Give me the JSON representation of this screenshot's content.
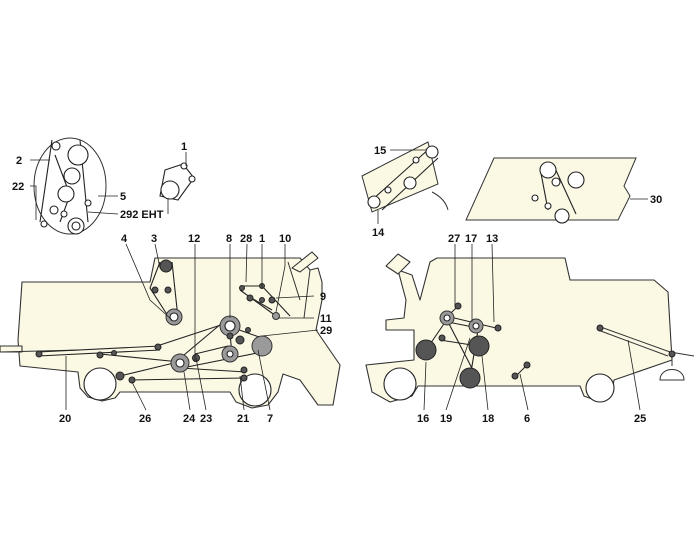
{
  "labels": {
    "l1a": "1",
    "l2": "2",
    "l22": "22",
    "l5": "5",
    "l292": "292 EHT",
    "l15": "15",
    "l14": "14",
    "l30": "30",
    "l4": "4",
    "l3": "3",
    "l12": "12",
    "l8": "8",
    "l28": "28",
    "l1b": "1",
    "l10": "10",
    "l9": "9",
    "l11": "11",
    "l29": "29",
    "l20": "20",
    "l26": "26",
    "l24": "24",
    "l23": "23",
    "l21": "21",
    "l7": "7",
    "l27": "27",
    "l17": "17",
    "l13": "13",
    "l16": "16",
    "l19": "19",
    "l18": "18",
    "l6": "6",
    "l25": "25"
  },
  "colors": {
    "machine_fill": "#fbf9e4",
    "outline": "#333333",
    "pulley_dark": "#555555",
    "pulley_grey": "#9a9a9a"
  }
}
